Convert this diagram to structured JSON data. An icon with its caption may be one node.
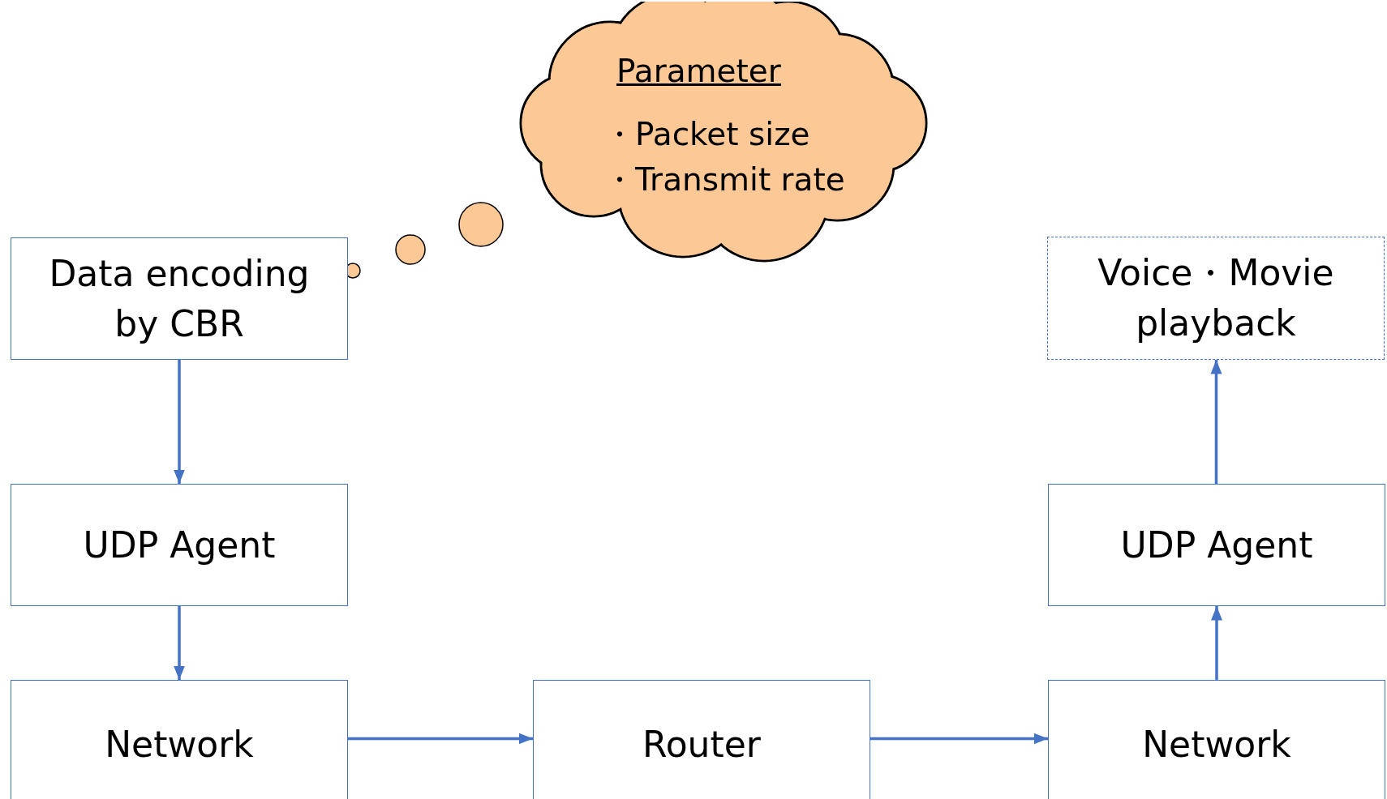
{
  "diagram": {
    "nodes": [
      {
        "text": [
          "Data encoding by CBR"
        ]
      },
      {
        "text": [
          "UDP Agent"
        ]
      },
      {
        "text": [
          "Network"
        ]
      },
      {
        "text": [
          "Router"
        ]
      },
      {
        "text": [
          "Network"
        ]
      },
      {
        "text": [
          "UDP Agent"
        ]
      },
      {
        "text": [
          "Voice・Movie playback"
        ]
      },
      {
        "text": [
          "Parameter",
          "・Packet size",
          "・Transmit rate"
        ]
      }
    ],
    "edges": [
      {
        "from": 0,
        "to": 1,
        "arrow": "to"
      },
      {
        "from": 1,
        "to": 2,
        "arrow": "to"
      },
      {
        "from": 2,
        "to": 3,
        "arrow": "to"
      },
      {
        "from": 3,
        "to": 4,
        "arrow": "to"
      },
      {
        "from": 4,
        "to": 5,
        "arrow": "to"
      },
      {
        "from": 5,
        "to": 6,
        "arrow": "to"
      }
    ]
  }
}
